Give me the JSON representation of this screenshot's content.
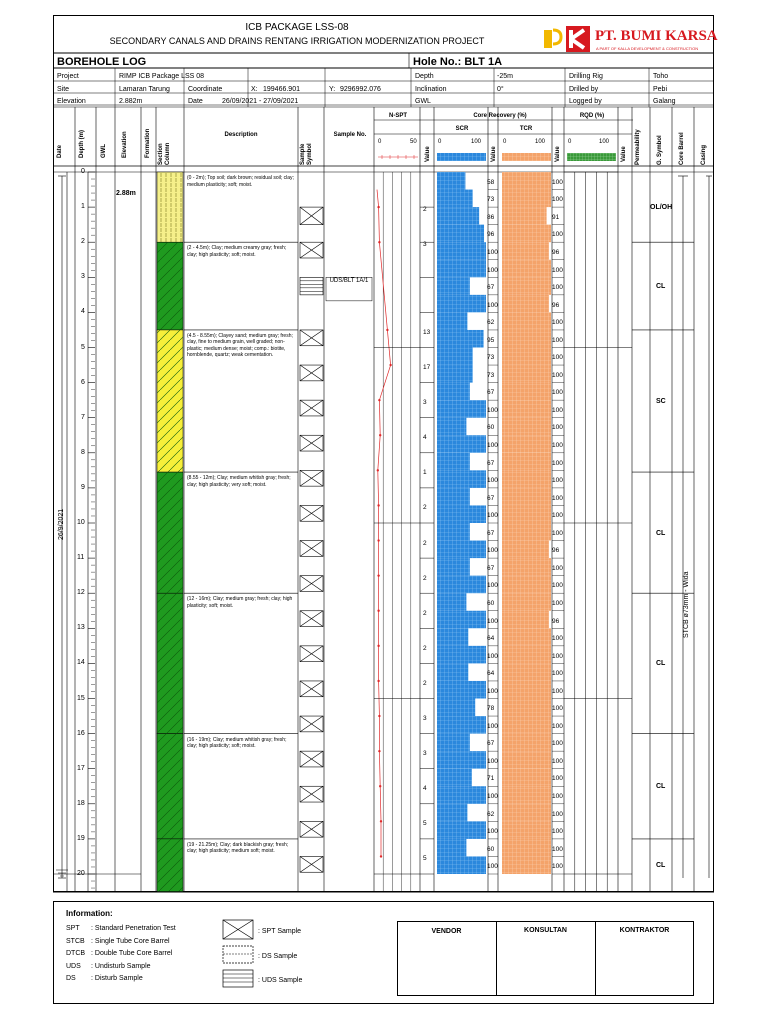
{
  "header": {
    "package": "ICB PACKAGE LSS-08",
    "project_title": "SECONDARY CANALS AND DRAINS RENTANG IRRIGATION MODERNIZATION PROJECT",
    "log_title": "BOREHOLE LOG",
    "hole_label": "Hole No.: BLT 1A",
    "company": "PT. BUMI KARSA",
    "company_sub": "A PART OF KALLA DEVELOPMENT & CONSTRUCTION",
    "colors": {
      "logo_red": "#d7191f",
      "logo_yellow": "#f2b800"
    }
  },
  "info": {
    "project_label": "Project",
    "project_value": "RIMP ICB Package LSS 08",
    "site_label": "Site",
    "site_value": "Lamaran Tarung",
    "elev_label": "Elevation",
    "elev_value": "2.882m",
    "coord_label": "Coordinate",
    "x_label": "X:",
    "x_value": "199466.901",
    "y_label": "Y:",
    "y_value": "9296992.076",
    "date_label": "Date",
    "date_value": "26/09/2021 - 27/09/2021",
    "depth_label": "Depth",
    "depth_value": "-25m",
    "incl_label": "Inclination",
    "incl_value": "0°",
    "gwl_label": "GWL",
    "gwl_value": "",
    "rig_label": "Drilling Rig",
    "rig_value": "Toho",
    "drilled_label": "Drilled by",
    "drilled_value": "Pebi",
    "logged_label": "Logged by",
    "logged_value": "Galang"
  },
  "columns": {
    "date": "Date",
    "depth": "Depth (m)",
    "gwl": "GWL",
    "elevation": "Elevation",
    "formation": "Formation",
    "section": "Section Column",
    "description": "Description",
    "sample_symbol": "Sample Symbol",
    "sample_no": "Sample No.",
    "nspt": "N-SPT",
    "nspt_min": "0",
    "nspt_max": "50",
    "value": "Value",
    "core_recovery": "Core Recovery (%)",
    "scr": "SCR",
    "tcr": "TCR",
    "scr_min": "0",
    "scr_max": "100",
    "tcr_min": "0",
    "tcr_max": "100",
    "rqd": "RQD (%)",
    "rqd_min": "0",
    "rqd_max": "100",
    "permeability": "Permeability",
    "g_symbol": "G. Symbol",
    "core_barrel": "Core Barrel",
    "casing": "Casing"
  },
  "log": {
    "elevation_value": "2.88m",
    "date_vertical": "26/9/2021",
    "casing_vertical": "STCB ø73mm - Wida",
    "depth_ticks": [
      "0",
      "1",
      "2",
      "3",
      "4",
      "5",
      "6",
      "7",
      "8",
      "9",
      "10",
      "11",
      "12",
      "13",
      "14",
      "15",
      "16",
      "17",
      "18",
      "19",
      "20"
    ],
    "layers": [
      {
        "from": 0,
        "to": 2,
        "color": "#f5f08a",
        "pattern": "sand",
        "desc": "(0 - 2m); Top soil; dark brown; residual soil; clay; medium plasticity; soft; moist.",
        "g_symbol": "OL/OH"
      },
      {
        "from": 2,
        "to": 4.5,
        "color": "#1f9a1f",
        "pattern": "clay",
        "desc": "(2 - 4.5m); Clay; medium creamy gray; fresh; clay; high plasticity; soft; moist.",
        "g_symbol": "CL"
      },
      {
        "from": 4.5,
        "to": 8.55,
        "color": "#f7ef3a",
        "pattern": "clay",
        "desc": "(4.5 - 8.55m); Clayey sand; medium gray; fresh; clay, fine to medium grain, well graded; non-plastic; medium dense; moist; comp.: biotite, hornblende, quartz; weak cementation.",
        "g_symbol": "SC"
      },
      {
        "from": 8.55,
        "to": 12,
        "color": "#1f9a1f",
        "pattern": "clay",
        "desc": "(8.55 - 12m); Clay; medium whitish gray; fresh; clay; high plasticity; very soft; moist.",
        "g_symbol": "CL"
      },
      {
        "from": 12,
        "to": 16,
        "color": "#1f9a1f",
        "pattern": "clay",
        "desc": "(12 - 16m); Clay; medium gray; fresh; clay; high plasticity; soft; moist.",
        "g_symbol": "CL"
      },
      {
        "from": 16,
        "to": 19,
        "color": "#1f9a1f",
        "pattern": "clay",
        "desc": "(16 - 19m); Clay; medium whitish gray; fresh; clay; high plasticity; soft; moist.",
        "g_symbol": "CL"
      },
      {
        "from": 19,
        "to": 20.5,
        "color": "#1f9a1f",
        "pattern": "clay",
        "desc": "(19 - 21.25m); Clay; dark blackish gray; fresh; clay; high plasticity; medium soft; moist.",
        "g_symbol": "CL"
      }
    ],
    "samples": [
      {
        "from": 1.0,
        "to": 1.5,
        "type": "spt",
        "label": ""
      },
      {
        "from": 2.0,
        "to": 2.45,
        "type": "spt",
        "label": ""
      },
      {
        "from": 3.0,
        "to": 3.5,
        "type": "uds",
        "label": "UDS/BLT 1A/1"
      },
      {
        "from": 4.5,
        "to": 4.95,
        "type": "spt",
        "label": ""
      },
      {
        "from": 5.5,
        "to": 5.95,
        "type": "spt",
        "label": ""
      },
      {
        "from": 6.5,
        "to": 6.95,
        "type": "spt",
        "label": ""
      },
      {
        "from": 7.5,
        "to": 7.95,
        "type": "spt",
        "label": ""
      },
      {
        "from": 8.5,
        "to": 8.95,
        "type": "spt",
        "label": ""
      },
      {
        "from": 9.5,
        "to": 9.95,
        "type": "spt",
        "label": ""
      },
      {
        "from": 10.5,
        "to": 10.95,
        "type": "spt",
        "label": ""
      },
      {
        "from": 11.5,
        "to": 11.95,
        "type": "spt",
        "label": ""
      },
      {
        "from": 12.5,
        "to": 12.95,
        "type": "spt",
        "label": ""
      },
      {
        "from": 13.5,
        "to": 13.95,
        "type": "spt",
        "label": ""
      },
      {
        "from": 14.5,
        "to": 14.95,
        "type": "spt",
        "label": ""
      },
      {
        "from": 15.5,
        "to": 15.95,
        "type": "spt",
        "label": ""
      },
      {
        "from": 16.5,
        "to": 16.95,
        "type": "spt",
        "label": ""
      },
      {
        "from": 17.5,
        "to": 17.95,
        "type": "spt",
        "label": ""
      },
      {
        "from": 18.5,
        "to": 18.95,
        "type": "spt",
        "label": ""
      },
      {
        "from": 19.5,
        "to": 19.95,
        "type": "spt",
        "label": ""
      }
    ],
    "nspt": [
      {
        "depth": 1.0,
        "value": 2
      },
      {
        "depth": 2.0,
        "value": 3
      },
      {
        "depth": 4.5,
        "value": 13
      },
      {
        "depth": 5.5,
        "value": 17
      },
      {
        "depth": 6.5,
        "value": 3
      },
      {
        "depth": 7.5,
        "value": 4
      },
      {
        "depth": 8.5,
        "value": 1
      },
      {
        "depth": 9.5,
        "value": 2
      },
      {
        "depth": 10.5,
        "value": 2
      },
      {
        "depth": 11.5,
        "value": 2
      },
      {
        "depth": 12.5,
        "value": 2
      },
      {
        "depth": 13.5,
        "value": 2
      },
      {
        "depth": 14.5,
        "value": 2
      },
      {
        "depth": 15.5,
        "value": 3
      },
      {
        "depth": 16.5,
        "value": 3
      },
      {
        "depth": 17.5,
        "value": 4
      },
      {
        "depth": 18.5,
        "value": 5
      },
      {
        "depth": 19.5,
        "value": 5
      }
    ],
    "recovery": [
      {
        "depth": 0.5,
        "scr": 58,
        "tcr": 100
      },
      {
        "depth": 1.0,
        "scr": 73,
        "tcr": 100
      },
      {
        "depth": 1.5,
        "scr": 86,
        "tcr": 91
      },
      {
        "depth": 2.0,
        "scr": 96,
        "tcr": 100
      },
      {
        "depth": 2.5,
        "scr": 100,
        "tcr": 96
      },
      {
        "depth": 3.0,
        "scr": 100,
        "tcr": 100
      },
      {
        "depth": 3.5,
        "scr": 67,
        "tcr": 100
      },
      {
        "depth": 4.0,
        "scr": 100,
        "tcr": 96
      },
      {
        "depth": 4.5,
        "scr": 62,
        "tcr": 100
      },
      {
        "depth": 5.0,
        "scr": 95,
        "tcr": 100
      },
      {
        "depth": 5.5,
        "scr": 73,
        "tcr": 100
      },
      {
        "depth": 6.0,
        "scr": 73,
        "tcr": 100
      },
      {
        "depth": 6.5,
        "scr": 67,
        "tcr": 100
      },
      {
        "depth": 7.0,
        "scr": 100,
        "tcr": 100
      },
      {
        "depth": 7.5,
        "scr": 60,
        "tcr": 100
      },
      {
        "depth": 8.0,
        "scr": 100,
        "tcr": 100
      },
      {
        "depth": 8.5,
        "scr": 67,
        "tcr": 100
      },
      {
        "depth": 9.0,
        "scr": 100,
        "tcr": 100
      },
      {
        "depth": 9.5,
        "scr": 67,
        "tcr": 100
      },
      {
        "depth": 10.0,
        "scr": 100,
        "tcr": 100
      },
      {
        "depth": 10.5,
        "scr": 67,
        "tcr": 100
      },
      {
        "depth": 11.0,
        "scr": 100,
        "tcr": 96
      },
      {
        "depth": 11.5,
        "scr": 67,
        "tcr": 100
      },
      {
        "depth": 12.0,
        "scr": 100,
        "tcr": 100
      },
      {
        "depth": 12.5,
        "scr": 60,
        "tcr": 100
      },
      {
        "depth": 13.0,
        "scr": 100,
        "tcr": 96
      },
      {
        "depth": 13.5,
        "scr": 64,
        "tcr": 100
      },
      {
        "depth": 14.0,
        "scr": 100,
        "tcr": 100
      },
      {
        "depth": 14.5,
        "scr": 64,
        "tcr": 100
      },
      {
        "depth": 15.0,
        "scr": 100,
        "tcr": 100
      },
      {
        "depth": 15.5,
        "scr": 78,
        "tcr": 100
      },
      {
        "depth": 16.0,
        "scr": 100,
        "tcr": 100
      },
      {
        "depth": 16.5,
        "scr": 67,
        "tcr": 100
      },
      {
        "depth": 17.0,
        "scr": 100,
        "tcr": 100
      },
      {
        "depth": 17.5,
        "scr": 71,
        "tcr": 100
      },
      {
        "depth": 18.0,
        "scr": 100,
        "tcr": 100
      },
      {
        "depth": 18.5,
        "scr": 62,
        "tcr": 100
      },
      {
        "depth": 19.0,
        "scr": 100,
        "tcr": 100
      },
      {
        "depth": 19.5,
        "scr": 60,
        "tcr": 100
      },
      {
        "depth": 20.0,
        "scr": 100,
        "tcr": 100
      }
    ],
    "colors": {
      "scr": "#2b88dd",
      "tcr": "#f4a36a",
      "nspt": "#e0292a",
      "rqd": "#3a9a3a"
    }
  },
  "legend": {
    "title": "Information:",
    "items": [
      {
        "abbr": "SPT",
        "text": ": Standard Penetration Test"
      },
      {
        "abbr": "STCB",
        "text": ": Single Tube Core Barrel"
      },
      {
        "abbr": "DTCB",
        "text": ": Double Tube Core Barrel"
      },
      {
        "abbr": "UDS",
        "text": ": Undisturb Sample"
      },
      {
        "abbr": "DS",
        "text": ": Disturb Sample"
      }
    ],
    "symbols": [
      {
        "type": "spt",
        "text": ": SPT Sample"
      },
      {
        "type": "ds",
        "text": ": DS Sample"
      },
      {
        "type": "uds",
        "text": ": UDS Sample"
      }
    ]
  },
  "signatures": {
    "vendor": "VENDOR",
    "konsultan": "KONSULTAN",
    "kontraktor": "KONTRAKTOR"
  }
}
